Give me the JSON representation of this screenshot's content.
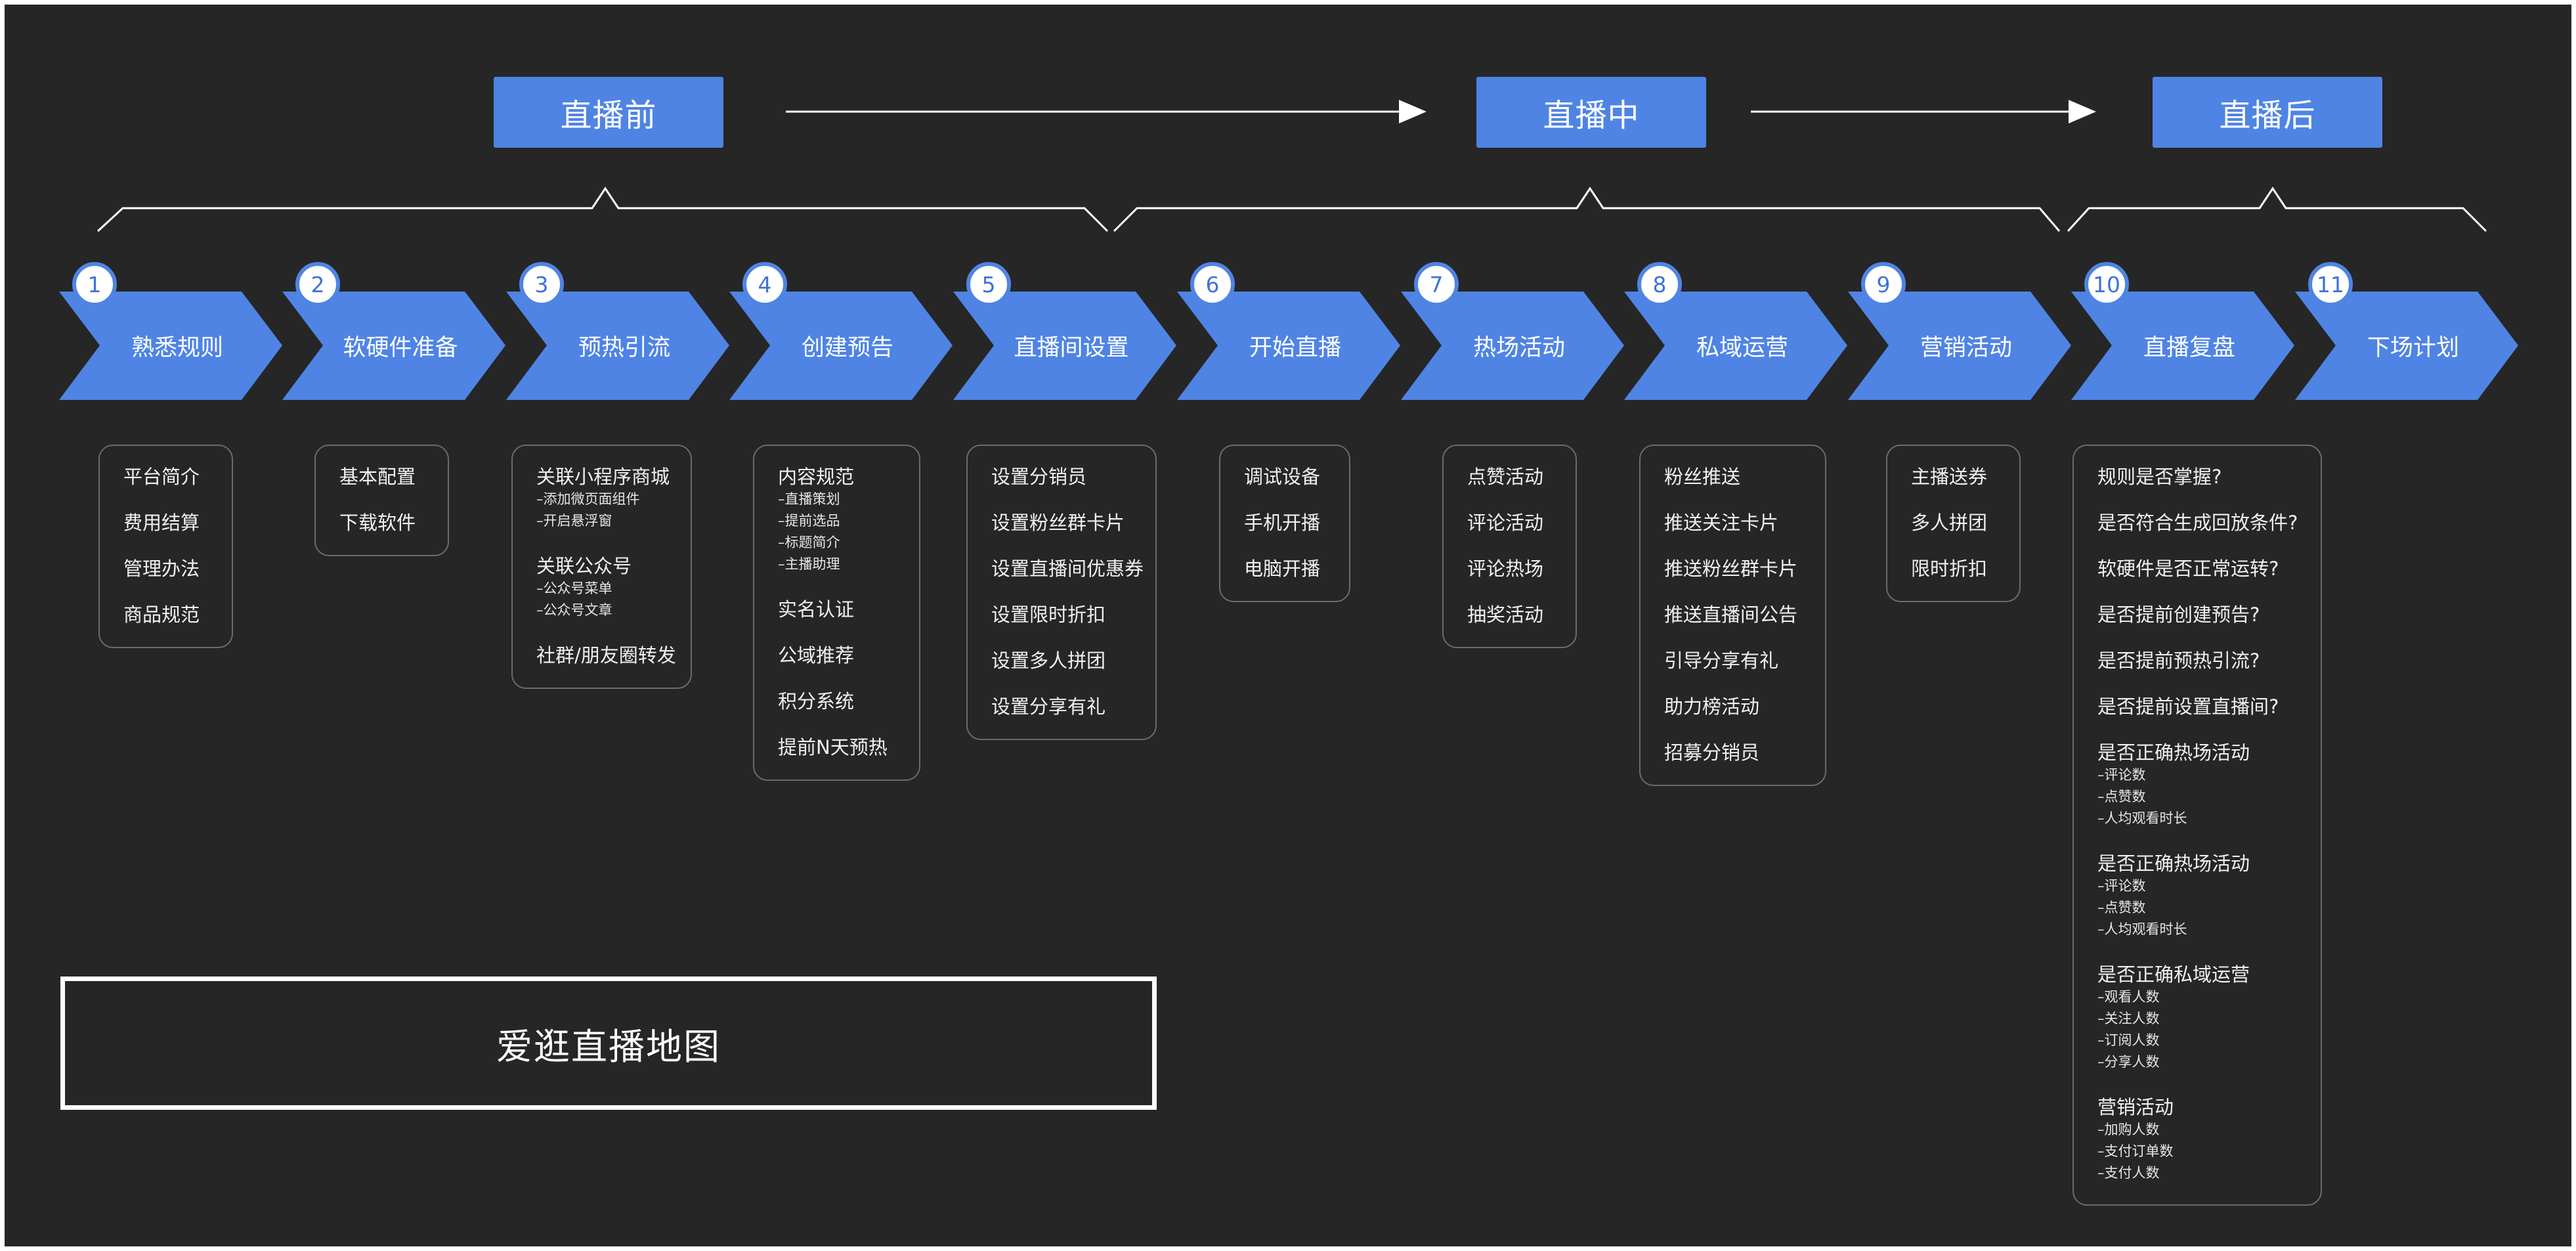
{
  "phases": [
    {
      "label": "直播前"
    },
    {
      "label": "直播中"
    },
    {
      "label": "直播后"
    }
  ],
  "steps": [
    {
      "num": "1",
      "label": "熟悉规则"
    },
    {
      "num": "2",
      "label": "软硬件准备"
    },
    {
      "num": "3",
      "label": "预热引流"
    },
    {
      "num": "4",
      "label": "创建预告"
    },
    {
      "num": "5",
      "label": "直播间设置"
    },
    {
      "num": "6",
      "label": "开始直播"
    },
    {
      "num": "7",
      "label": "热场活动"
    },
    {
      "num": "8",
      "label": "私域运营"
    },
    {
      "num": "9",
      "label": "营销活动"
    },
    {
      "num": "10",
      "label": "直播复盘"
    },
    {
      "num": "11",
      "label": "下场计划"
    }
  ],
  "cards": [
    {
      "items": [
        {
          "text": "平台简介"
        },
        {
          "text": "费用结算"
        },
        {
          "text": "管理办法"
        },
        {
          "text": "商品规范"
        }
      ]
    },
    {
      "items": [
        {
          "text": "基本配置"
        },
        {
          "text": "下载软件"
        }
      ]
    },
    {
      "items": [
        {
          "text": "关联小程序商城",
          "subs": [
            "–添加微页面组件",
            "–开启悬浮窗"
          ]
        },
        {
          "text": "关联公众号",
          "subs": [
            "–公众号菜单",
            "–公众号文章"
          ]
        },
        {
          "text": "社群/朋友圈转发"
        }
      ]
    },
    {
      "items": [
        {
          "text": "内容规范",
          "subs": [
            "–直播策划",
            "–提前选品",
            "–标题简介",
            "–主播助理"
          ]
        },
        {
          "text": "实名认证"
        },
        {
          "text": "公域推荐"
        },
        {
          "text": "积分系统"
        },
        {
          "text": "提前N天预热"
        }
      ]
    },
    {
      "items": [
        {
          "text": "设置分销员"
        },
        {
          "text": "设置粉丝群卡片"
        },
        {
          "text": "设置直播间优惠券"
        },
        {
          "text": "设置限时折扣"
        },
        {
          "text": "设置多人拼团"
        },
        {
          "text": "设置分享有礼"
        }
      ]
    },
    {
      "items": [
        {
          "text": "调试设备"
        },
        {
          "text": "手机开播"
        },
        {
          "text": "电脑开播"
        }
      ]
    },
    {
      "items": [
        {
          "text": "点赞活动"
        },
        {
          "text": "评论活动"
        },
        {
          "text": "评论热场"
        },
        {
          "text": "抽奖活动"
        }
      ]
    },
    {
      "items": [
        {
          "text": "粉丝推送"
        },
        {
          "text": "推送关注卡片"
        },
        {
          "text": "推送粉丝群卡片"
        },
        {
          "text": "推送直播间公告"
        },
        {
          "text": "引导分享有礼"
        },
        {
          "text": "助力榜活动"
        },
        {
          "text": "招募分销员"
        }
      ]
    },
    {
      "items": [
        {
          "text": "主播送券"
        },
        {
          "text": "多人拼团"
        },
        {
          "text": "限时折扣"
        }
      ]
    },
    {
      "items": [
        {
          "text": "规则是否掌握?"
        },
        {
          "text": "是否符合生成回放条件?"
        },
        {
          "text": "软硬件是否正常运转?"
        },
        {
          "text": "是否提前创建预告?"
        },
        {
          "text": "是否提前预热引流?"
        },
        {
          "text": "是否提前设置直播间?"
        },
        {
          "text": "是否正确热场活动",
          "subs": [
            "–评论数",
            "–点赞数",
            "–人均观看时长"
          ]
        },
        {
          "text": "是否正确热场活动",
          "subs": [
            "–评论数",
            "–点赞数",
            "–人均观看时长"
          ]
        },
        {
          "text": "是否正确私域运营",
          "subs": [
            "–观看人数",
            "–关注人数",
            "–订阅人数",
            "–分享人数"
          ]
        },
        {
          "text": "营销活动",
          "subs": [
            "–加购人数",
            "–支付订单数",
            "–支付人数"
          ]
        }
      ]
    }
  ],
  "title": "爱逛直播地图",
  "colors": {
    "background": "#262626",
    "accent": "#4f84e4",
    "text": "#ffffff",
    "card_border": "#6b6b6b"
  }
}
